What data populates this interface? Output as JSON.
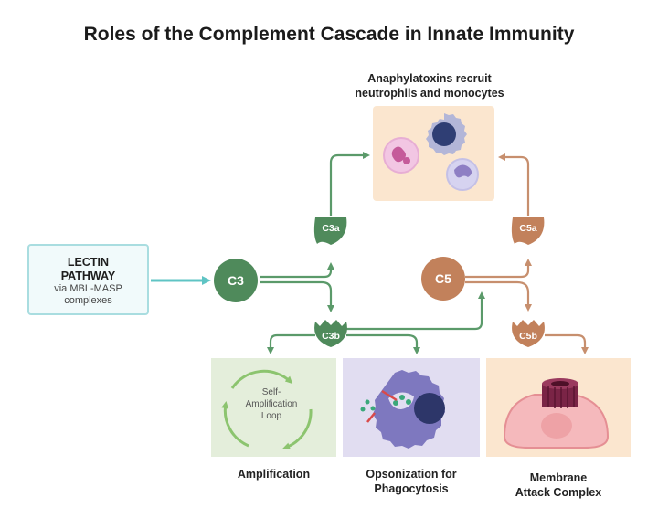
{
  "title": "Roles of the Complement Cascade in Innate Immunity",
  "anaphylatoxins_label": [
    "Anaphylatoxins recruit",
    "neutrophils and monocytes"
  ],
  "lectin_pathway": {
    "title_line1": "LECTIN",
    "title_line2": "PATHWAY",
    "sub_line1": "via MBL-MASP",
    "sub_line2": "complexes"
  },
  "nodes": {
    "c3": "C3",
    "c5": "C5",
    "c3a": "C3a",
    "c3b": "C3b",
    "c5a": "C5a",
    "c5b": "C5b"
  },
  "loop_label": [
    "Self-",
    "Amplification",
    "Loop"
  ],
  "outcomes": {
    "amplification": "Amplification",
    "opsonization_line1": "Opsonization for",
    "opsonization_line2": "Phagocytosis",
    "mac_line1": "Membrane",
    "mac_line2": "Attack Complex"
  },
  "colors": {
    "green": "#4f8a5b",
    "green_arrow": "#5b9a6a",
    "orange": "#c2815b",
    "orange_arrow": "#c78f6e",
    "teal": "#5fc4c4",
    "ana_bg": "#fbe6cf",
    "amp_bg": "#e4eedb",
    "ops_bg": "#e1ddf1",
    "mac_bg": "#fbe6cf"
  }
}
